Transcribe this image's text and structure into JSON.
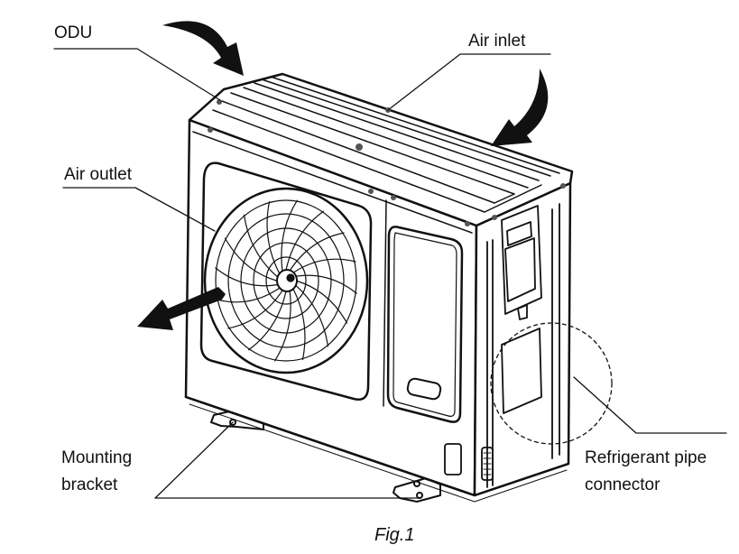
{
  "labels": {
    "odu": "ODU",
    "air_inlet": "Air inlet",
    "air_outlet": "Air outlet",
    "mounting_bracket": [
      "Mounting",
      "bracket"
    ],
    "refrigerant_pipe_connector": [
      "Refrigerant pipe",
      "connector"
    ]
  },
  "caption": "Fig.1",
  "colors": {
    "line": "#111111",
    "fill": "#ffffff",
    "arrow": "#111111"
  }
}
